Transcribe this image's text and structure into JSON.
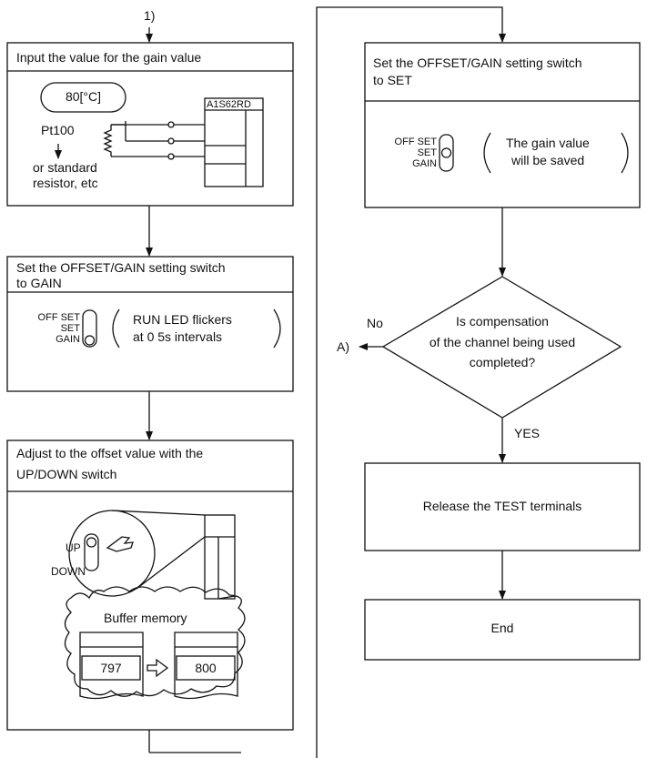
{
  "entry_connector": "1)",
  "left": {
    "step1": {
      "title": "Input the value for the gain value",
      "temp_label": "80[°C]",
      "sensor_label": "Pt100",
      "alt_label_1": "or standard",
      "alt_label_2": "resistor, etc",
      "module_label": "A1S62RD"
    },
    "step2": {
      "title_1": "Set the OFFSET/GAIN setting switch",
      "title_2": "to GAIN",
      "switch_labels": [
        "OFF SET",
        "SET",
        "GAIN"
      ],
      "note_1": "RUN LED flickers",
      "note_2": "at 0 5s intervals"
    },
    "step3": {
      "title_1": "Adjust to the offset value with the",
      "title_2": "UP/DOWN switch",
      "up_label": "UP",
      "down_label": "DOWN",
      "memory_title": "Buffer memory",
      "value_before": "797",
      "value_after": "800"
    }
  },
  "right": {
    "step4": {
      "title_1": "Set the OFFSET/GAIN setting switch",
      "title_2": "to SET",
      "switch_labels": [
        "OFF SET",
        "SET",
        "GAIN"
      ],
      "note_1": "The gain value",
      "note_2": "will be saved"
    },
    "decision": {
      "line_1": "Is compensation",
      "line_2": "of the channel being used",
      "line_3": "completed?",
      "no_label": "No",
      "no_target": "A)",
      "yes_label": "YES"
    },
    "release": {
      "text": "Release the TEST terminals"
    },
    "end": {
      "text": "End"
    }
  }
}
